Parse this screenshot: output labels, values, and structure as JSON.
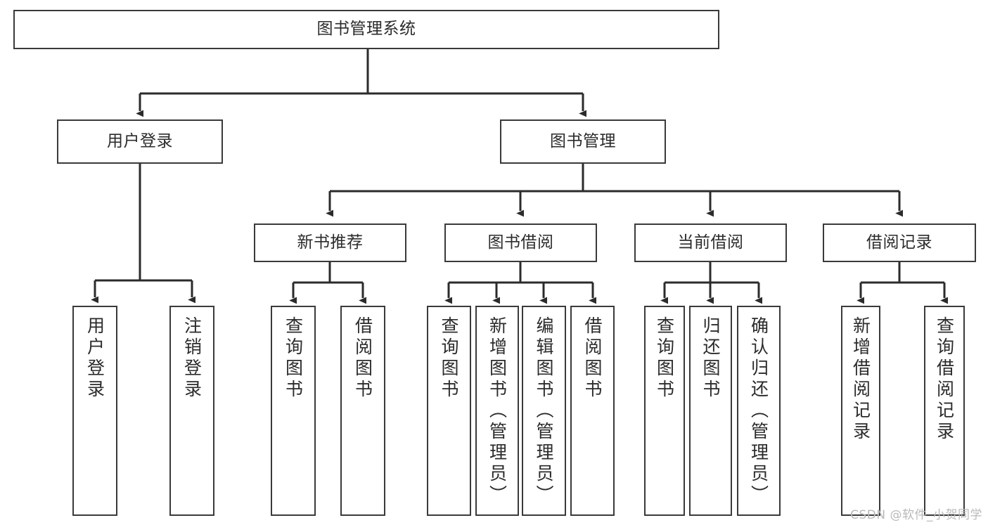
{
  "diagram": {
    "title": "图书管理系统",
    "type": "tree",
    "orientation": "top-down",
    "colors": {
      "box_border": "#3a3a3a",
      "box_fill": "#ffffff",
      "edge": "#2b2b2b",
      "text": "#2b2b2b",
      "watermark": "#b9b9b9",
      "background": "#ffffff"
    },
    "root": {
      "label": "图书管理系统"
    },
    "level2": [
      {
        "label": "用户登录"
      },
      {
        "label": "图书管理"
      }
    ],
    "level3": [
      {
        "label": "新书推荐"
      },
      {
        "label": "图书借阅"
      },
      {
        "label": "当前借阅"
      },
      {
        "label": "借阅记录"
      }
    ],
    "leaves": {
      "user_login": [
        {
          "label": "用户登录"
        },
        {
          "label": "注销登录"
        }
      ],
      "new_book": [
        {
          "label": "查询图书"
        },
        {
          "label": "借阅图书"
        }
      ],
      "book_borrow": [
        {
          "label": "查询图书"
        },
        {
          "label": "新增图书（管理员）"
        },
        {
          "label": "编辑图书（管理员）"
        },
        {
          "label": "借阅图书"
        }
      ],
      "current_borrow": [
        {
          "label": "查询图书"
        },
        {
          "label": "归还图书"
        },
        {
          "label": "确认归还（管理员）"
        }
      ],
      "borrow_record": [
        {
          "label": "新增借阅记录"
        },
        {
          "label": "查询借阅记录"
        }
      ]
    }
  },
  "watermark": {
    "text": "CSDN @软件_小贺同学"
  }
}
